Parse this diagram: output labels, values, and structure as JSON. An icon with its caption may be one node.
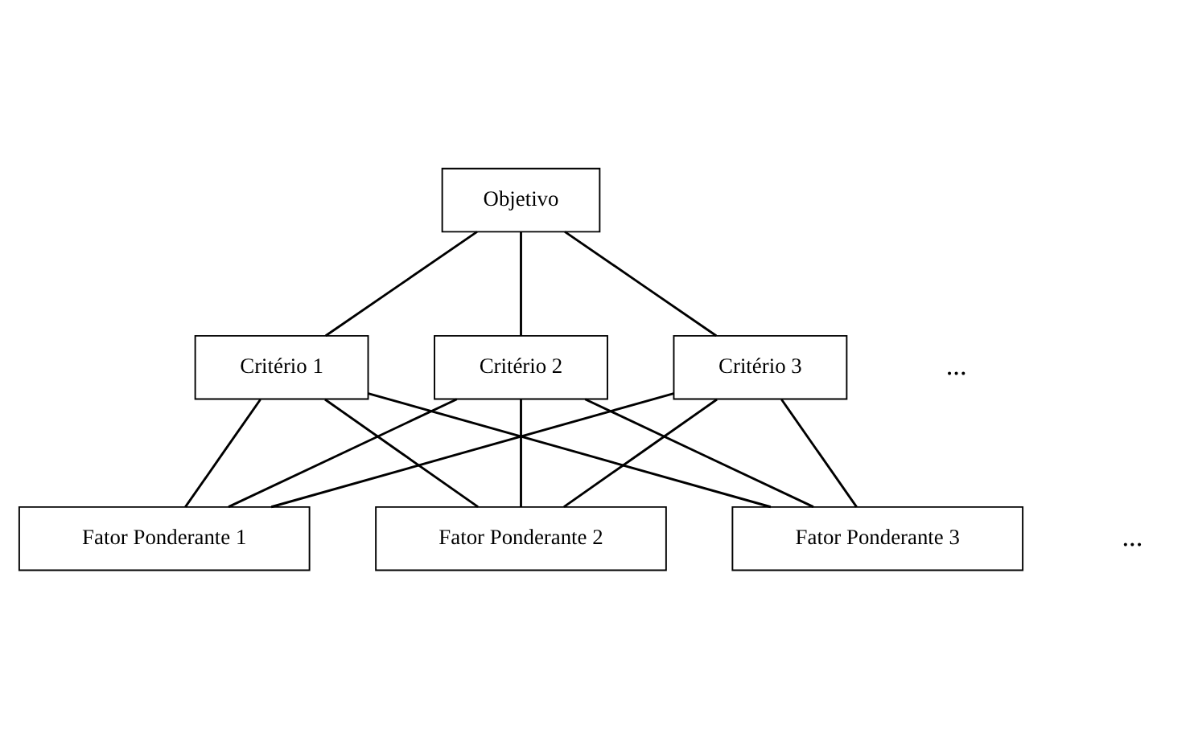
{
  "diagram": {
    "nodes": [
      {
        "text": [
          "Objetivo"
        ]
      },
      {
        "text": [
          "Critério 1"
        ]
      },
      {
        "text": [
          "Critério 2"
        ]
      },
      {
        "text": [
          "Critério 3"
        ]
      },
      {
        "text": [
          "Fator Ponderante 1"
        ]
      },
      {
        "text": [
          "Fator Ponderante 2"
        ]
      },
      {
        "text": [
          "Fator Ponderante 3"
        ]
      }
    ],
    "edges": [
      {
        "from": 0,
        "to": 1,
        "arrow": "none"
      },
      {
        "from": 0,
        "to": 2,
        "arrow": "none"
      },
      {
        "from": 0,
        "to": 3,
        "arrow": "none"
      },
      {
        "from": 1,
        "to": 4,
        "arrow": "none"
      },
      {
        "from": 1,
        "to": 5,
        "arrow": "none"
      },
      {
        "from": 1,
        "to": 6,
        "arrow": "none"
      },
      {
        "from": 2,
        "to": 4,
        "arrow": "none"
      },
      {
        "from": 2,
        "to": 5,
        "arrow": "none"
      },
      {
        "from": 2,
        "to": 6,
        "arrow": "none"
      },
      {
        "from": 3,
        "to": 4,
        "arrow": "none"
      },
      {
        "from": 3,
        "to": 5,
        "arrow": "none"
      },
      {
        "from": 3,
        "to": 6,
        "arrow": "none"
      }
    ],
    "labels": [
      "...",
      "..."
    ]
  }
}
